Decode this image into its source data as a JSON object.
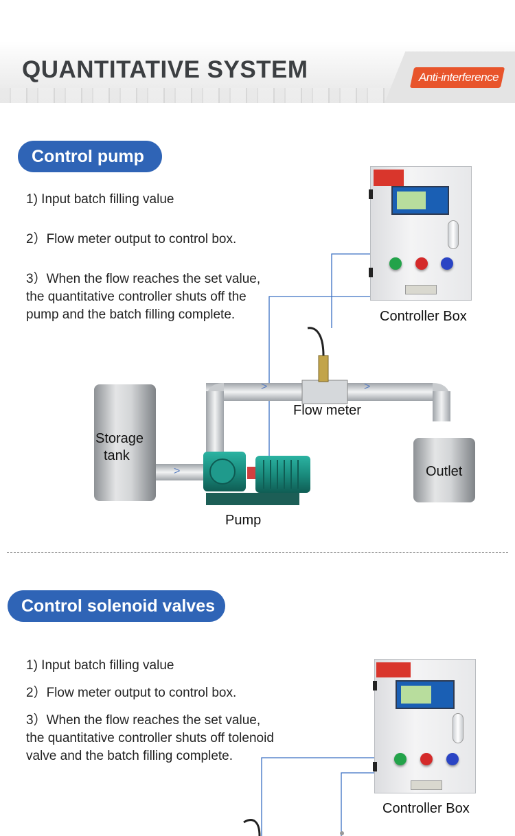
{
  "header": {
    "title": "QUANTITATIVE SYSTEM",
    "badge": "Anti-interference"
  },
  "section_pump": {
    "heading": "Control pump",
    "steps": [
      "1)  Input batch filling value",
      "2）Flow meter output to control box.",
      "3）When the flow reaches the set value,",
      " the quantitative controller shuts off the",
      " pump and the  batch filling complete."
    ],
    "labels": {
      "controller_box": "Controller Box",
      "flow_meter": "Flow meter",
      "storage_tank_line1": "Storage",
      "storage_tank_line2": "tank",
      "outlet": "Outlet",
      "pump": "Pump"
    },
    "flow_arrow": ">"
  },
  "section_valves": {
    "heading": "Control solenoid valves",
    "steps": [
      "1)  Input batch filling value",
      "2）Flow meter output to control box.",
      "3）When the flow reaches the set value,",
      " the quantitative controller shuts off tolenoid",
      " valve and the batch filling complete."
    ],
    "labels": {
      "controller_box": "Controller Box"
    }
  },
  "colors": {
    "accent_blue": "#2f64b6",
    "badge_orange": "#e8542b",
    "pump_green": "#1f9a8c",
    "button_green": "#23a34a",
    "button_red": "#d42a2a",
    "button_blue": "#2a44c4"
  }
}
